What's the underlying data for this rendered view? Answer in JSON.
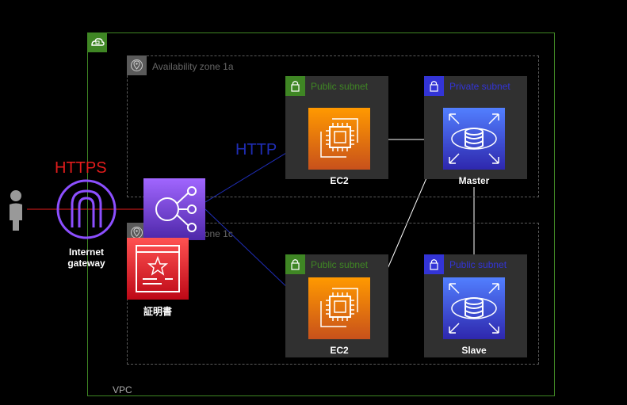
{
  "vpc": {
    "label": "VPC"
  },
  "zones": [
    {
      "label": "Availability zone 1a"
    },
    {
      "label": "Availability zone 1c"
    }
  ],
  "subnets": {
    "az1a_public": "Public subnet",
    "az1a_private": "Private subnet",
    "az1c_public": "Public subnet",
    "az1c_db": "Public subnet"
  },
  "nodes": {
    "ec2_a": "EC2",
    "ec2_c": "EC2",
    "master": "Master",
    "slave": "Slave",
    "igw": "Internet\ngateway",
    "cert": "証明書"
  },
  "protocols": {
    "https": "HTTPS",
    "http": "HTTP"
  },
  "colors": {
    "vpc": "#3f8624",
    "public_subnet": "#3f8624",
    "private_subnet": "#3334d6",
    "https": "#e31c1c",
    "http": "#1f2db5",
    "ec2": "#ff9900",
    "rds": "#527fff",
    "elb": "#a166ff",
    "acm": "#ff5252"
  }
}
